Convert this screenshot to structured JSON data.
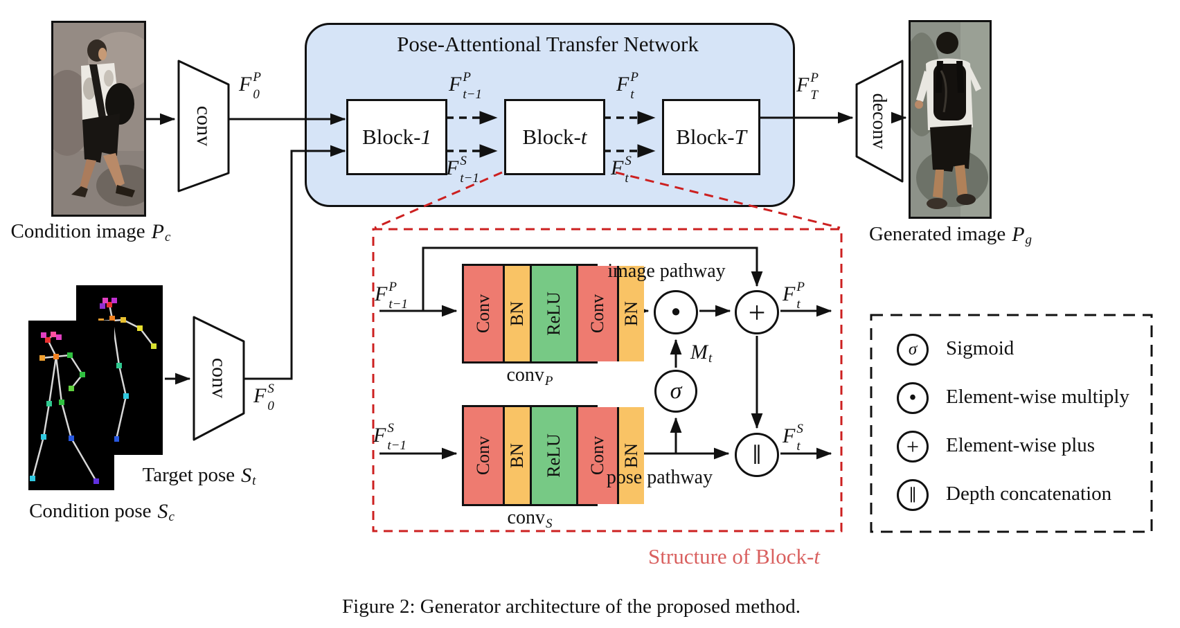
{
  "figure": {
    "caption": "Figure 2: Generator architecture of the proposed method."
  },
  "network": {
    "title": "Pose-Attentional Transfer Network",
    "blocks": [
      {
        "prefix": "Block-",
        "var": "1"
      },
      {
        "prefix": "Block-",
        "var": "t"
      },
      {
        "prefix": "Block-",
        "var": "T"
      }
    ]
  },
  "encoders": {
    "conv_image": "conv",
    "conv_pose": "conv",
    "deconv": "deconv"
  },
  "images": {
    "condition_image": {
      "text": "Condition image",
      "base": "P",
      "sub": "c"
    },
    "generated_image": {
      "text": "Generated image",
      "base": "P",
      "sub": "g"
    },
    "target_pose": {
      "text": "Target pose",
      "base": "S",
      "sub": "t"
    },
    "condition_pose": {
      "text": "Condition pose",
      "base": "S",
      "sub": "c"
    }
  },
  "features": {
    "f0P": {
      "base": "F",
      "sup": "P",
      "sub": "0"
    },
    "f0S": {
      "base": "F",
      "sup": "S",
      "sub": "0"
    },
    "ftm1P": {
      "base": "F",
      "sup": "P",
      "sub": "t−1"
    },
    "ftm1S": {
      "base": "F",
      "sup": "S",
      "sub": "t−1"
    },
    "ftP": {
      "base": "F",
      "sup": "P",
      "sub": "t"
    },
    "ftS": {
      "base": "F",
      "sup": "S",
      "sub": "t"
    },
    "fTP": {
      "base": "F",
      "sup": "P",
      "sub": "T"
    },
    "mask": {
      "base": "M",
      "sub": "t"
    }
  },
  "structure": {
    "title": {
      "prefix": "Structure of Block-",
      "var": "t"
    },
    "pathways": {
      "image": "image pathway",
      "pose": "pose pathway"
    },
    "stack_layers": [
      "Conv",
      "BN",
      "ReLU",
      "Conv",
      "BN"
    ],
    "stack_captions": {
      "convP": {
        "base": "conv",
        "sub": "P"
      },
      "convS": {
        "base": "conv",
        "sub": "S"
      }
    },
    "ops": {
      "multiply": "•",
      "plus": "+",
      "sigmoid": "σ",
      "concat": "∥"
    }
  },
  "legend": {
    "items": [
      {
        "symbol": "σ",
        "label": "Sigmoid"
      },
      {
        "symbol": "•",
        "label": "Element-wise multiply"
      },
      {
        "symbol": "+",
        "label": "Element-wise plus"
      },
      {
        "symbol": "∥",
        "label": "Depth concatenation"
      }
    ]
  },
  "colors": {
    "panel_blue": "#d6e4f7",
    "conv_red": "#ee7b70",
    "bn_yellow": "#f9c365",
    "relu_green": "#77c985",
    "dashed_red": "#cc2020",
    "structure_label_red": "#d9605f"
  }
}
